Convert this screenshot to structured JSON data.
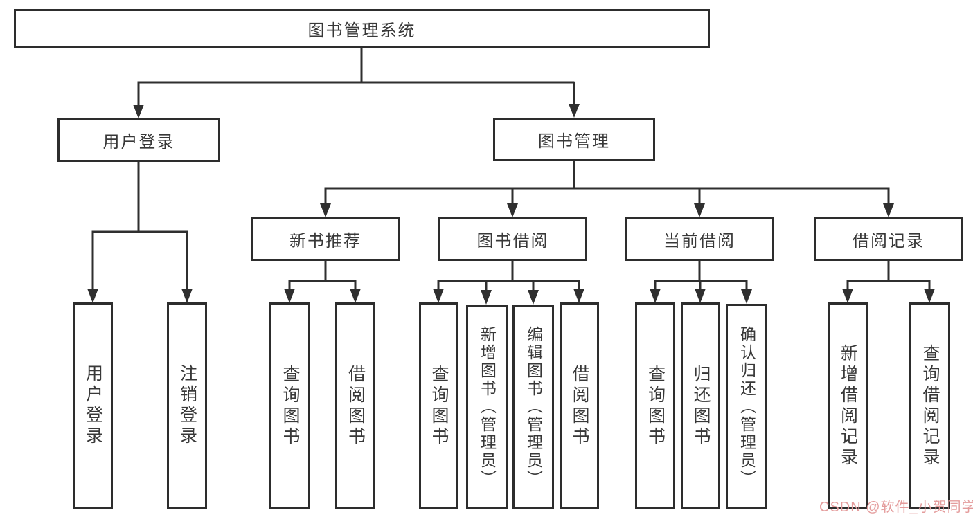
{
  "diagram": {
    "title": "图书管理系统",
    "type": "hierarchy-tree",
    "colors": {
      "line": "#2f2f2f",
      "box_border": "#2d2d2d",
      "box_fill": "#ffffff",
      "text": "#383838",
      "watermark_text": "#e49c9c",
      "background": "#ffffff"
    },
    "nodes": {
      "root": {
        "label": "图书管理系统"
      },
      "user_login": {
        "label": "用户登录"
      },
      "book_mgmt": {
        "label": "图书管理"
      },
      "new_book_rec": {
        "label": "新书推荐"
      },
      "book_borrow": {
        "label": "图书借阅"
      },
      "current_borrow": {
        "label": "当前借阅"
      },
      "borrow_records": {
        "label": "借阅记录"
      },
      "leaf_user_login": {
        "label": "用户登录"
      },
      "leaf_logout": {
        "label": "注销登录"
      },
      "rec_query_books": {
        "label": "查询图书"
      },
      "rec_borrow_books": {
        "label": "借阅图书"
      },
      "bb_query_books": {
        "label": "查询图书"
      },
      "bb_add_books": {
        "label": "新增图书（管理员）"
      },
      "bb_edit_books": {
        "label": "编辑图书（管理员）"
      },
      "bb_borrow_books": {
        "label": "借阅图书"
      },
      "cb_query_books": {
        "label": "查询图书"
      },
      "cb_return_books": {
        "label": "归还图书"
      },
      "cb_confirm_return": {
        "label": "确认归还（管理员）"
      },
      "br_add_record": {
        "label": "新增借阅记录"
      },
      "br_query_record": {
        "label": "查询借阅记录"
      }
    },
    "tree": {
      "label": "图书管理系统",
      "children": [
        {
          "label": "用户登录",
          "children": [
            {
              "label": "用户登录"
            },
            {
              "label": "注销登录"
            }
          ]
        },
        {
          "label": "图书管理",
          "children": [
            {
              "label": "新书推荐",
              "children": [
                {
                  "label": "查询图书"
                },
                {
                  "label": "借阅图书"
                }
              ]
            },
            {
              "label": "图书借阅",
              "children": [
                {
                  "label": "查询图书"
                },
                {
                  "label": "新增图书（管理员）"
                },
                {
                  "label": "编辑图书（管理员）"
                },
                {
                  "label": "借阅图书"
                }
              ]
            },
            {
              "label": "当前借阅",
              "children": [
                {
                  "label": "查询图书"
                },
                {
                  "label": "归还图书"
                },
                {
                  "label": "确认归还（管理员）"
                }
              ]
            },
            {
              "label": "借阅记录",
              "children": [
                {
                  "label": "新增借阅记录"
                },
                {
                  "label": "查询借阅记录"
                }
              ]
            }
          ]
        }
      ]
    },
    "watermark": {
      "text": "CSDN @软件_小贺同学"
    }
  }
}
